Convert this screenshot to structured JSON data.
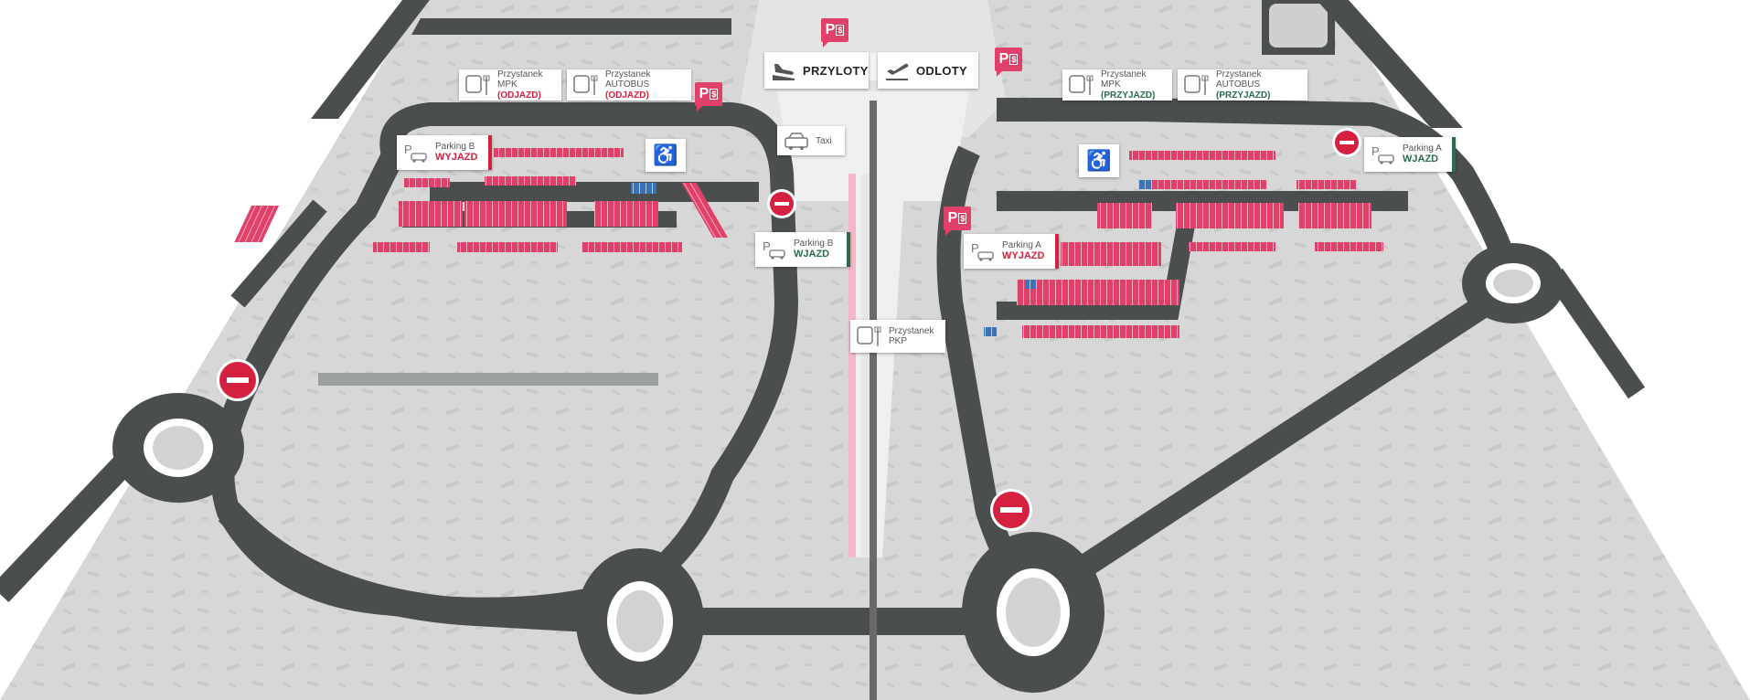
{
  "colors": {
    "road": "#4a4e4f",
    "ground": "#d9d9d9",
    "parking": "#e0406a",
    "disabled": "#3a74b7",
    "red": "#d3213f",
    "green": "#2a6b4c",
    "rail": "#f4b9c8"
  },
  "terminal": {
    "arrivals": "PRZYLOTY",
    "departures": "ODLOTY"
  },
  "labels": {
    "stop_mpk_departure": {
      "line1": "Przystanek",
      "line2": "MPK",
      "tag": "(ODJAZD)"
    },
    "stop_bus_departure": {
      "line1": "Przystanek",
      "line2": "AUTOBUS",
      "tag": "(ODJAZD)"
    },
    "stop_mpk_arrival": {
      "line1": "Przystanek",
      "line2": "MPK",
      "tag": "(PRZYJAZD)"
    },
    "stop_bus_arrival": {
      "line1": "Przystanek",
      "line2": "AUTOBUS",
      "tag": "(PRZYJAZD)"
    },
    "taxi": "Taxi",
    "parking_b_exit": {
      "name": "Parking B",
      "action": "WYJAZD"
    },
    "parking_b_entry": {
      "name": "Parking B",
      "action": "WJAZD"
    },
    "parking_a_exit": {
      "name": "Parking A",
      "action": "WYJAZD"
    },
    "parking_a_entry": {
      "name": "Parking A",
      "action": "WJAZD"
    },
    "stop_pkp": {
      "line1": "Przystanek",
      "line2": "PKP"
    }
  },
  "icons": {
    "parking": "P",
    "wheelchair": "♿"
  }
}
